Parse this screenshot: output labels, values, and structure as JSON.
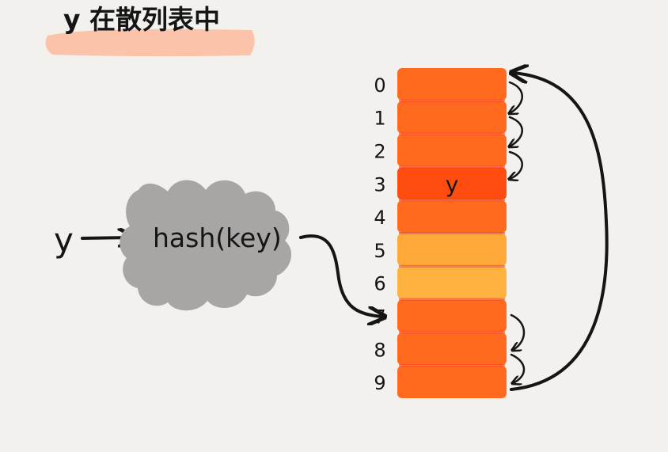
{
  "title": "y 在散列表中",
  "input_key": "y",
  "hash_function": "hash(key)",
  "table": {
    "slots": [
      {
        "index": "0",
        "value": "",
        "color": "#ff6a1f"
      },
      {
        "index": "1",
        "value": "",
        "color": "#ff6a1f"
      },
      {
        "index": "2",
        "value": "",
        "color": "#ff6a1f"
      },
      {
        "index": "3",
        "value": "y",
        "color": "#ff4d12"
      },
      {
        "index": "4",
        "value": "",
        "color": "#ff6a1f"
      },
      {
        "index": "5",
        "value": "",
        "color": "#ffa93a"
      },
      {
        "index": "6",
        "value": "",
        "color": "#ffb23f"
      },
      {
        "index": "7",
        "value": "",
        "color": "#ff6a1f"
      },
      {
        "index": "8",
        "value": "",
        "color": "#ff6a1f"
      },
      {
        "index": "9",
        "value": "",
        "color": "#ff6a1f"
      }
    ]
  },
  "colors": {
    "background": "#f3f1ed",
    "title_highlight": "#fcbfa2",
    "cloud": "#a7a6a4",
    "ink": "#151515",
    "slot_divider": "#ff2c0c"
  }
}
